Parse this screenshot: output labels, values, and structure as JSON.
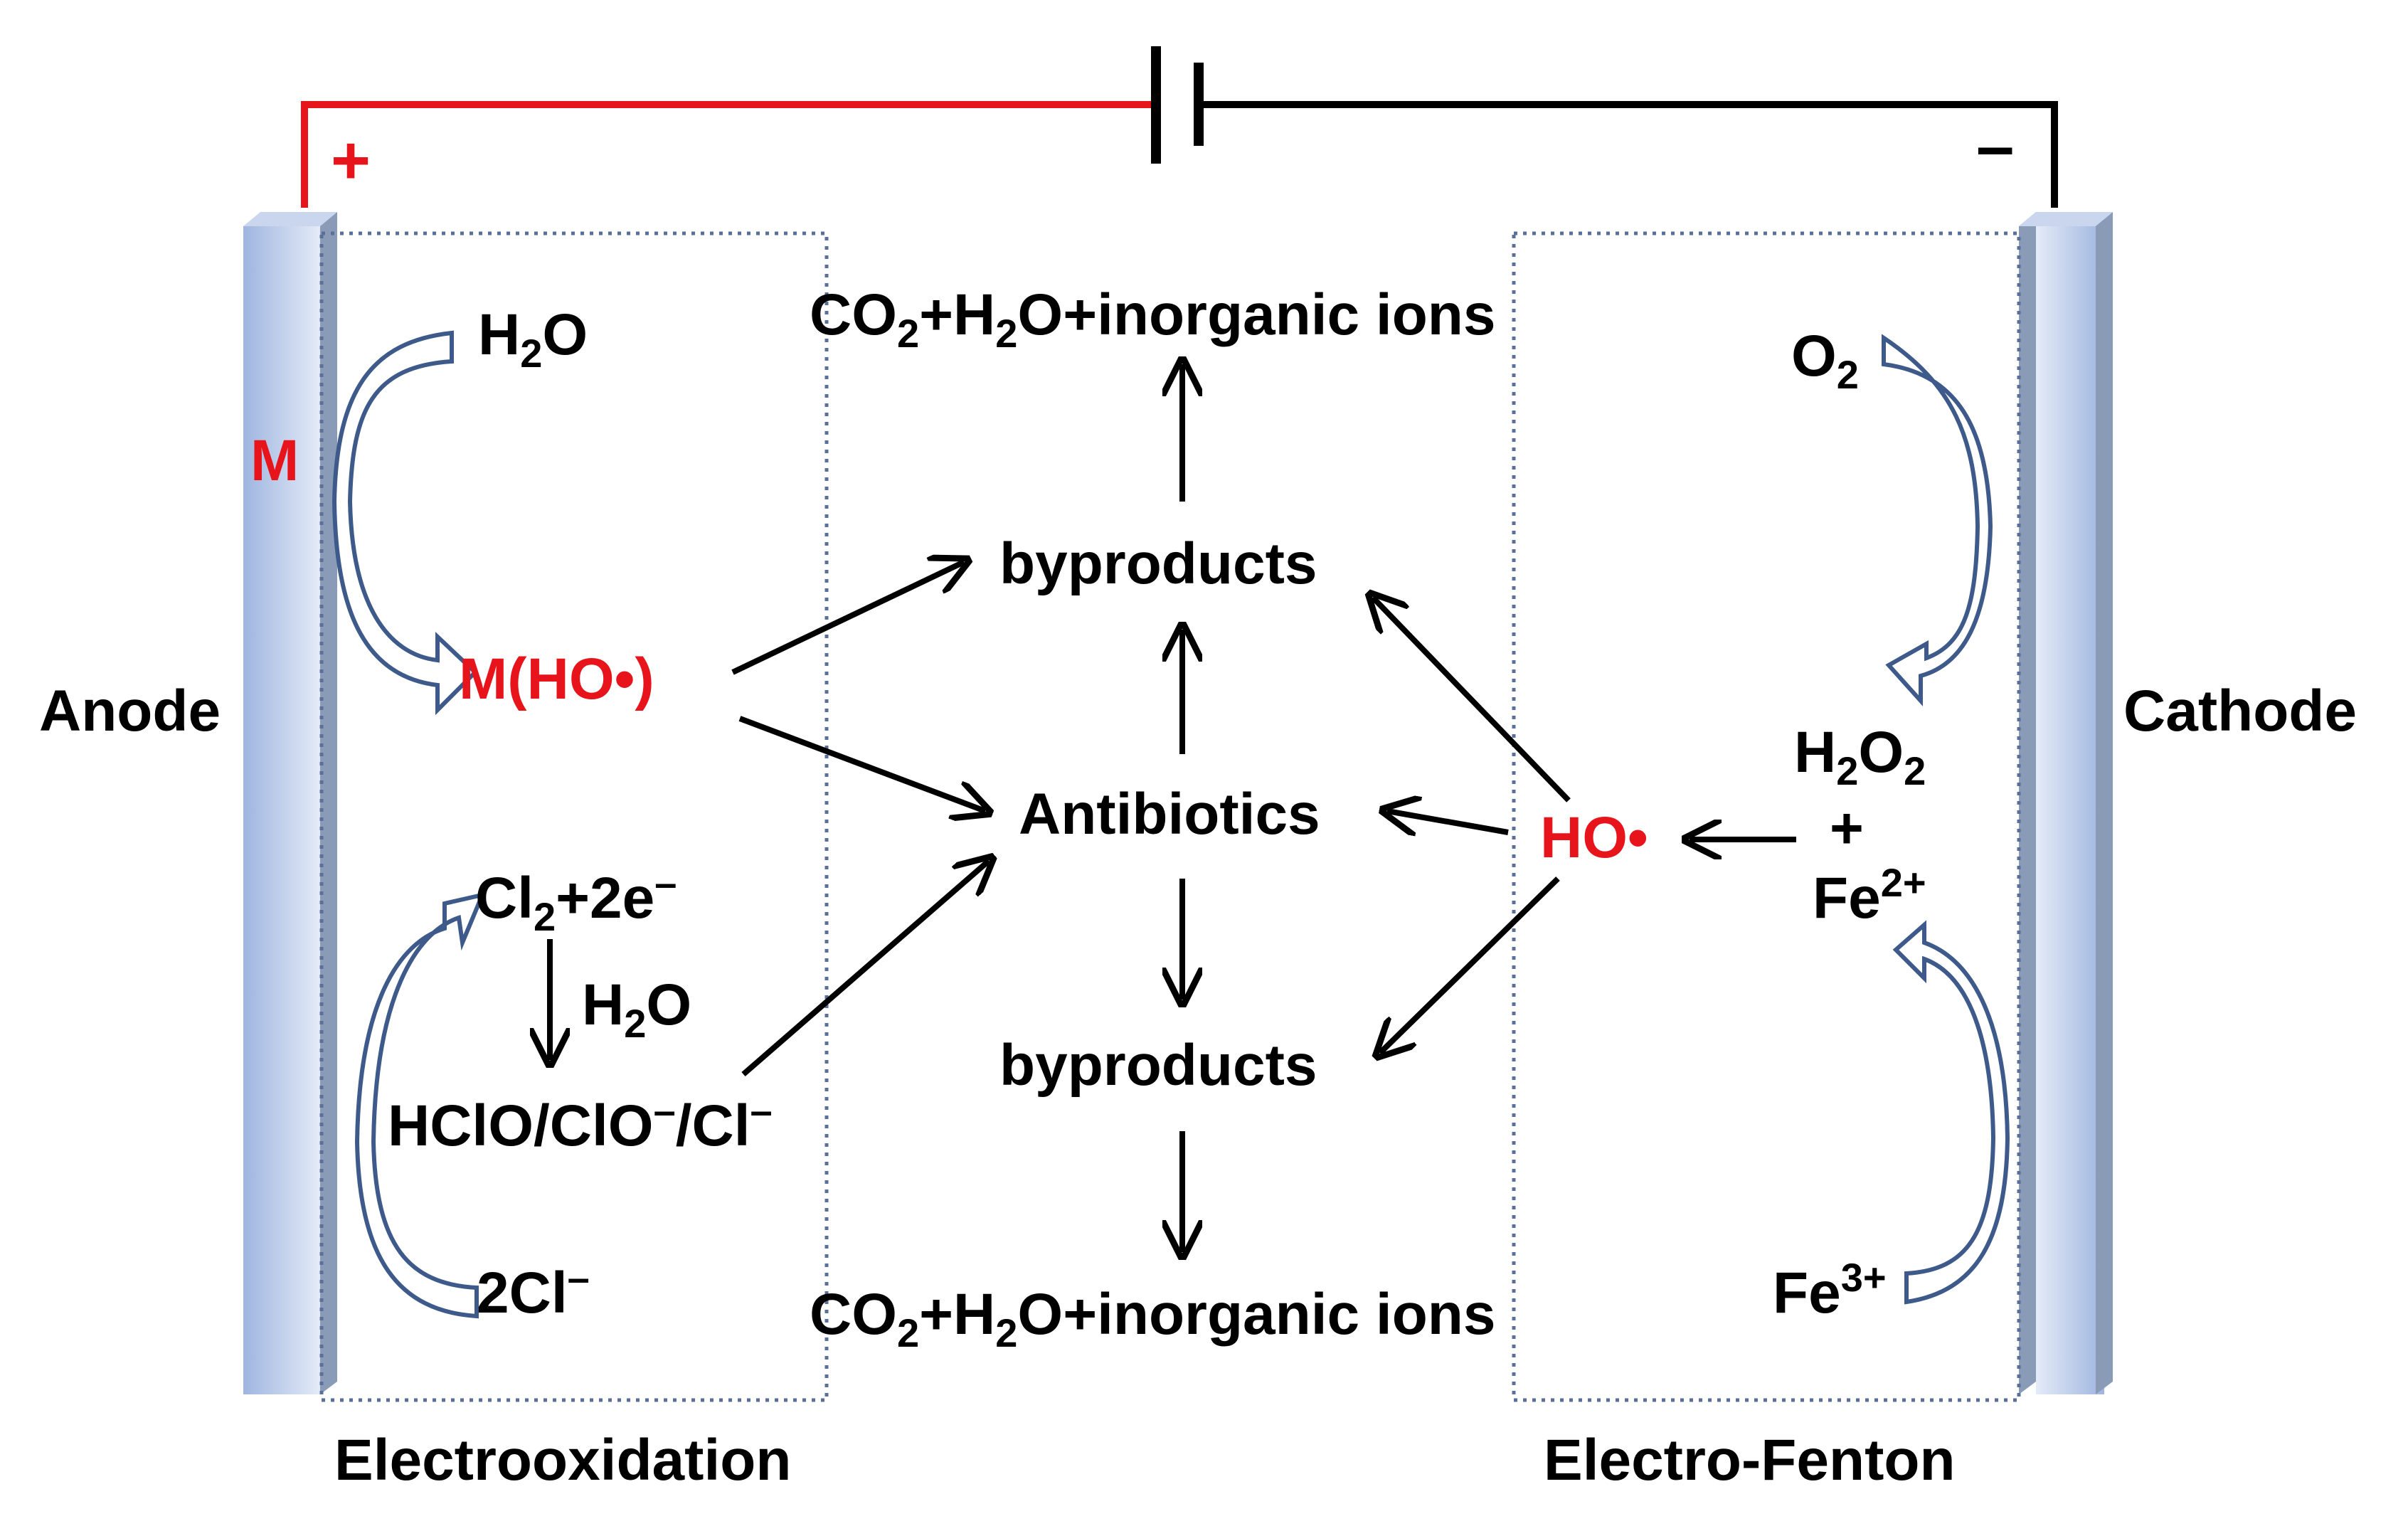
{
  "colors": {
    "positive_wire": "#e8141b",
    "negative_wire": "#000000",
    "electrode_light": "#dde6f6",
    "electrode_dark": "#9fb5df",
    "curved_arrow": "#3d5a8a",
    "zone_border": "#5a6f99",
    "radical_text": "#e8141b"
  },
  "circuit": {
    "positive_sign": "+",
    "negative_sign": "–"
  },
  "electrodes": {
    "anode": "Anode",
    "cathode": "Cathode",
    "anode_material": "M"
  },
  "zones": {
    "left": "Electrooxidation",
    "right": "Electro-Fenton"
  },
  "species": {
    "h2o_top": {
      "main": "H",
      "sub": "2",
      "tail": "O"
    },
    "m_ho": "M(HO•)",
    "cl2": {
      "a": "Cl",
      "sub": "2",
      "b": "+2e",
      "sup": "–"
    },
    "h2o_mid": {
      "main": "H",
      "sub": "2",
      "tail": "O"
    },
    "hclo": {
      "a": "HClO/ClO",
      "sup1": "–",
      "b": "/Cl",
      "sup2": "–"
    },
    "cl_minus": {
      "a": "2Cl",
      "sup": "–"
    },
    "o2": {
      "a": "O",
      "sub": "2"
    },
    "h2o2": {
      "a": "H",
      "sub1": "2",
      "b": "O",
      "sub2": "2"
    },
    "plus": "+",
    "fe2": {
      "a": "Fe",
      "sup": "2+"
    },
    "fe3": {
      "a": "Fe",
      "sup": "3+"
    },
    "ho_radical": "HO•"
  },
  "center": {
    "top_products": {
      "a": "CO",
      "sub1": "2",
      "b": "+H",
      "sub2": "2",
      "c": "O+inorganic ions"
    },
    "byproducts_top": "byproducts",
    "antibiotics": "Antibiotics",
    "byproducts_bottom": "byproducts",
    "bottom_products": {
      "a": "CO",
      "sub1": "2",
      "b": "+H",
      "sub2": "2",
      "c": "O+inorganic ions"
    }
  }
}
